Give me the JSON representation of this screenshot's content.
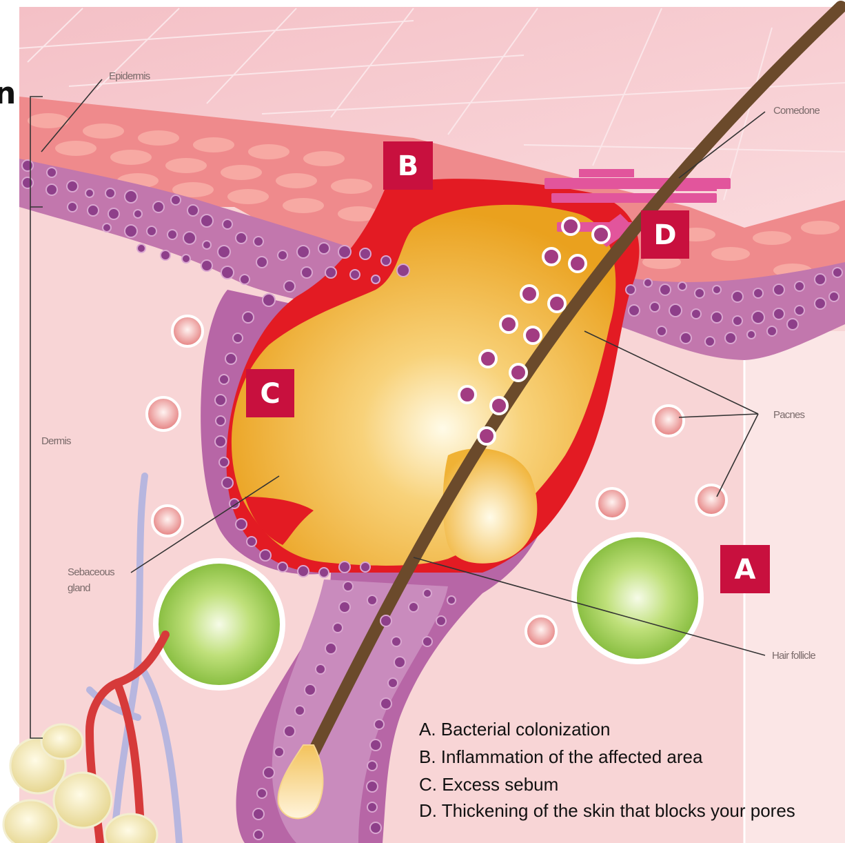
{
  "labels": {
    "epidermis": "Epidermis",
    "dermis": "Dermis",
    "comedone": "Comedone",
    "pacnes": "Pacnes",
    "sebaceous_gland_line1": "Sebaceous",
    "sebaceous_gland_line2": "gland",
    "hair_follicle": "Hair follicle"
  },
  "badges": {
    "a": "A",
    "b": "B",
    "c": "C",
    "d": "D"
  },
  "legend": [
    "A. Bacterial colonization",
    "B. Inflammation of the affected area",
    "C. Excess sebum",
    "D. Thickening of the skin that blocks your pores"
  ],
  "edge_glyph": "n",
  "colors": {
    "badge": "#c8103e",
    "sebum": "#eeaa22",
    "inflammation": "#e31b23",
    "follicle_wall": "#b766a6",
    "bacteria": "#8fc43c",
    "hair": "#6b4a2b",
    "skin_surface": "#f4bcc4",
    "dermis": "#f8d5d6"
  }
}
